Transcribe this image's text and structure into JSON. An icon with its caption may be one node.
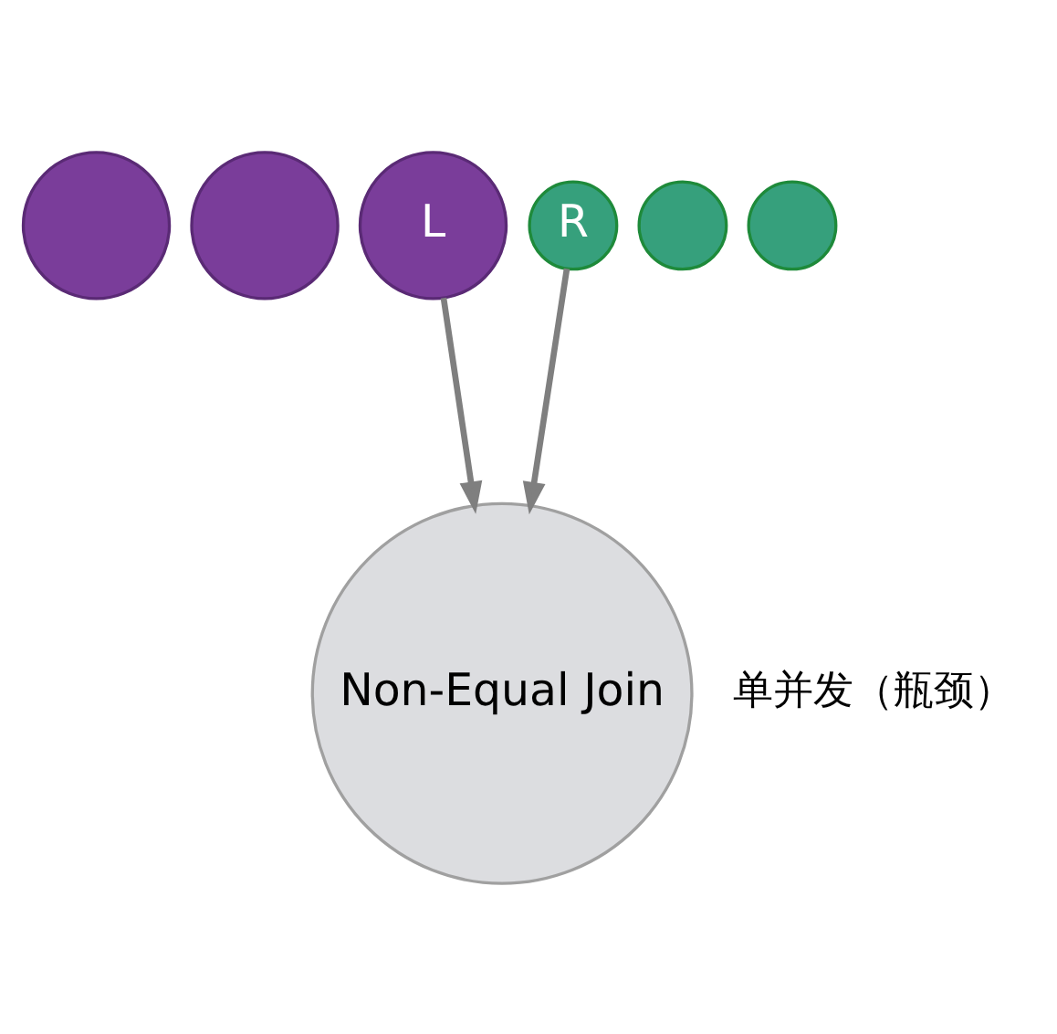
{
  "diagram": {
    "nodes": [
      {
        "text": [],
        "shape": "circle"
      },
      {
        "text": [],
        "shape": "circle"
      },
      {
        "text": [
          "L"
        ]
      },
      {
        "text": [],
        "shape": "circle"
      },
      {
        "text": [],
        "shape": "circle"
      },
      {
        "text": [
          "R"
        ]
      },
      {
        "text": [
          "Non-Equal Join"
        ]
      }
    ],
    "edges": [
      {
        "from": 2,
        "to": 6,
        "arrow": "to"
      },
      {
        "from": 5,
        "to": 6,
        "arrow": "to"
      }
    ],
    "labels": [
      "单并发（瓶颈）"
    ]
  }
}
